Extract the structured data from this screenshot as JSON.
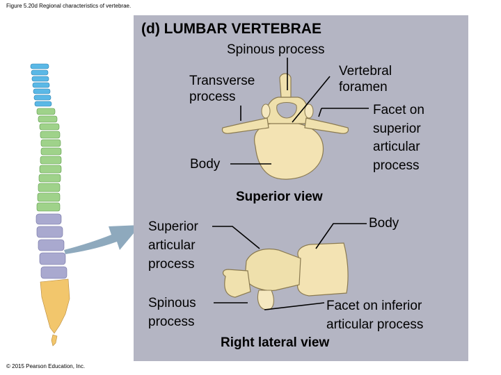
{
  "figure_caption": "Figure 5.20d Regional characteristics of vertebrae.",
  "copyright": "© 2015 Pearson Education, Inc.",
  "title": "(d) LUMBAR VERTEBRAE",
  "labels": {
    "spinous_process_top": "Spinous process",
    "vertebral_foramen": "Vertebral\nforamen",
    "transverse_process": "Transverse\nprocess",
    "facet_superior": "Facet on\nsuperior\narticular\nprocess",
    "body_top": "Body",
    "superior_view": "Superior view",
    "superior_articular": "Superior\narticular\nprocess",
    "body_lateral": "Body",
    "spinous_process_lateral": "Spinous\nprocess",
    "facet_inferior": "Facet on inferior\narticular process",
    "right_lateral_view": "Right lateral view"
  },
  "colors": {
    "panel": "#b4b5c3",
    "cervical": "#5ab8e6",
    "thoracic": "#9fd28a",
    "lumbar": "#a9a9cf",
    "sacrum": "#f2c66c",
    "bone": "#f3e3b3",
    "arrow": "#8ea9bd"
  }
}
